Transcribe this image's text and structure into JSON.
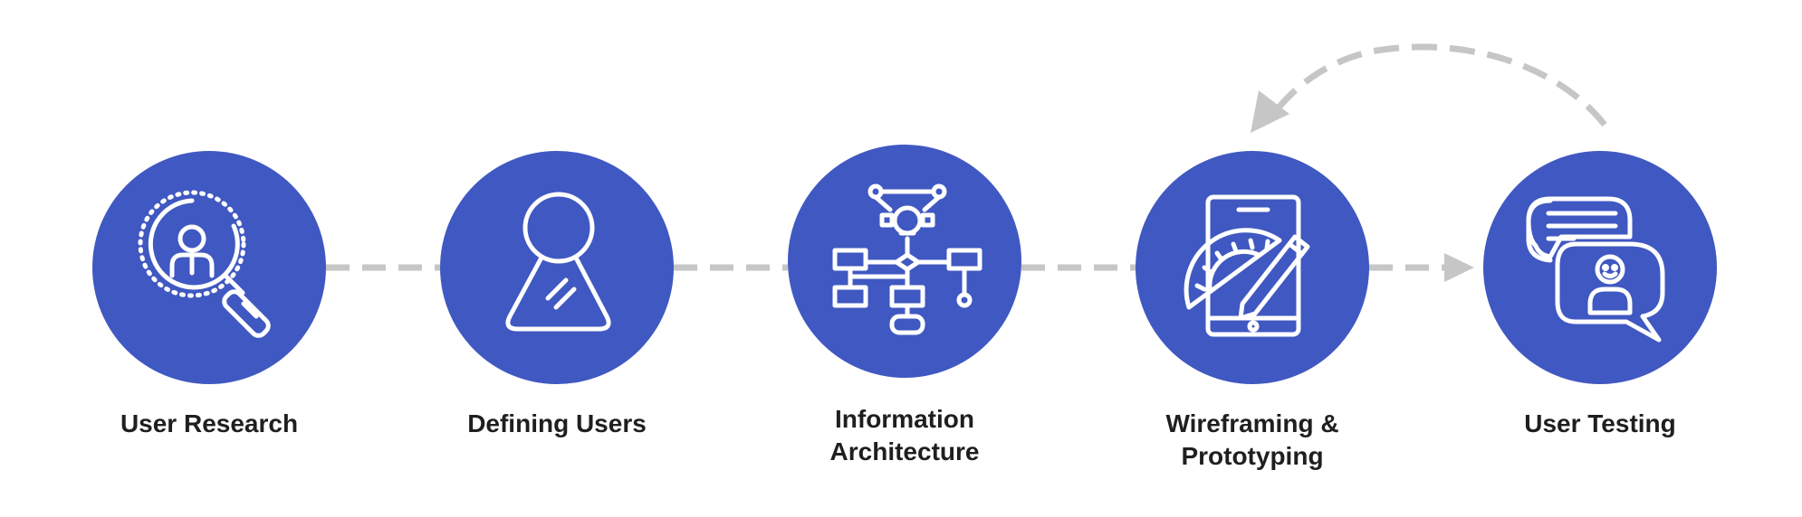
{
  "colors": {
    "circle": "#4058C1",
    "connector": "#C6C6C6",
    "icon_stroke": "#FFFFFF",
    "label": "#1F1F1F",
    "background": "#FFFFFF"
  },
  "steps": [
    {
      "label_lines": [
        "User Research"
      ],
      "icon": "magnifier-user-icon"
    },
    {
      "label_lines": [
        "Defining Users"
      ],
      "icon": "persona-icon"
    },
    {
      "label_lines": [
        "Information",
        "Architecture"
      ],
      "icon": "flowchart-icon"
    },
    {
      "label_lines": [
        "Wireframing &",
        "Prototyping"
      ],
      "icon": "tablet-protractor-pencil-icon"
    },
    {
      "label_lines": [
        "User Testing"
      ],
      "icon": "chat-bubbles-user-icon"
    }
  ]
}
